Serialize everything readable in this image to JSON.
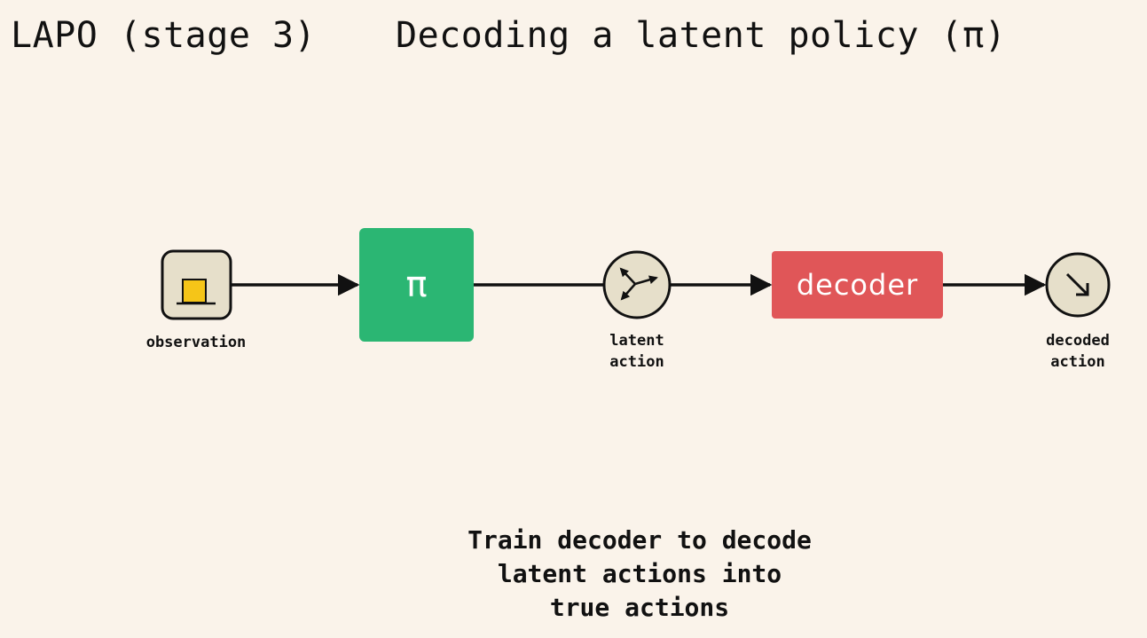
{
  "header": {
    "stage_label": "LAPO (stage 3)",
    "title": "Decoding a latent policy (π)"
  },
  "diagram": {
    "nodes": {
      "observation": {
        "label": "observation",
        "icon": "observation-frame-icon",
        "fill": "#e6dfca",
        "accent": "#f5c518"
      },
      "policy": {
        "label": "π",
        "fill": "#2bb673"
      },
      "latent_action": {
        "label": "latent\naction",
        "icon": "latent-action-arrows-icon",
        "fill": "#e6dfca"
      },
      "decoder": {
        "label": "decoder",
        "fill": "#e05658"
      },
      "decoded_action": {
        "label": "decoded\naction",
        "icon": "diagonal-arrow-icon",
        "fill": "#e6dfca"
      }
    },
    "edge_color": "#111111"
  },
  "caption": "Train decoder to decode\nlatent actions into\ntrue actions",
  "colors": {
    "background": "#faf3ea",
    "text": "#111111"
  }
}
